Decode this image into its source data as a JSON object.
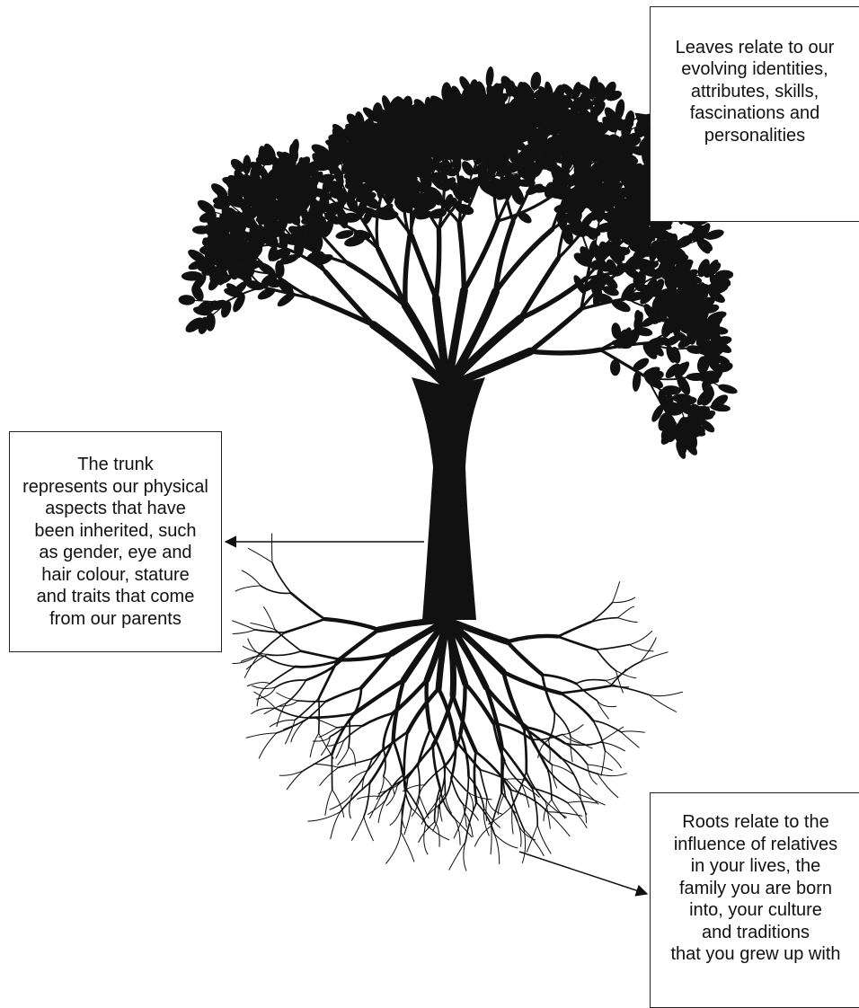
{
  "callouts": {
    "leaves": {
      "lines": [
        "Leaves relate to our",
        "evolving identities,",
        "attributes, skills,",
        "fascinations and",
        "personalities"
      ]
    },
    "trunk": {
      "lines": [
        "The trunk",
        "represents our physical",
        "aspects that have",
        "been inherited, such",
        "as gender, eye and",
        "hair colour, stature",
        "and traits that come",
        "from our parents"
      ]
    },
    "roots": {
      "lines": [
        "Roots relate to the",
        "influence of relatives",
        "in your lives, the",
        "family you are born",
        "into, your culture",
        "and traditions",
        "that you grew up with"
      ]
    }
  },
  "colors": {
    "ink": "#111111",
    "box_border": "#222222",
    "background": "#ffffff"
  }
}
